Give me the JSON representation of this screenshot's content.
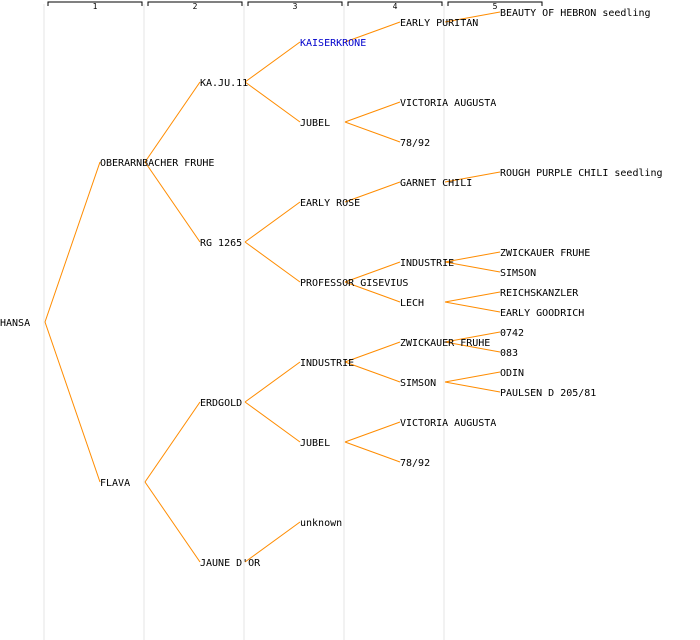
{
  "colors": {
    "edge": "#ff8c00",
    "text": "#000000",
    "highlight": "#0000cc",
    "column_separator": "#e6e6e6"
  },
  "generations": [
    "1",
    "2",
    "3",
    "4",
    "5"
  ],
  "pedigree": {
    "name": "HANSA",
    "children": [
      {
        "name": "OBERARNBACHER FRUHE",
        "children": [
          {
            "name": "KA.JU.11",
            "children": [
              {
                "name": "KAISERKRONE",
                "highlight": true,
                "children": [
                  {
                    "name": "EARLY PURITAN",
                    "children": [
                      {
                        "name": "BEAUTY OF HEBRON seedling"
                      }
                    ]
                  }
                ]
              },
              {
                "name": "JUBEL",
                "children": [
                  {
                    "name": "VICTORIA AUGUSTA"
                  },
                  {
                    "name": "78/92"
                  }
                ]
              }
            ]
          },
          {
            "name": "RG 1265",
            "children": [
              {
                "name": "EARLY ROSE",
                "children": [
                  {
                    "name": "GARNET CHILI",
                    "children": [
                      {
                        "name": "ROUGH PURPLE CHILI seedling"
                      }
                    ]
                  }
                ]
              },
              {
                "name": "PROFESSOR GISEVIUS",
                "children": [
                  {
                    "name": "INDUSTRIE",
                    "children": [
                      {
                        "name": "ZWICKAUER FRUHE"
                      },
                      {
                        "name": "SIMSON"
                      }
                    ]
                  },
                  {
                    "name": "LECH",
                    "children": [
                      {
                        "name": "REICHSKANZLER"
                      },
                      {
                        "name": "EARLY GOODRICH"
                      }
                    ]
                  }
                ]
              }
            ]
          }
        ]
      },
      {
        "name": "FLAVA",
        "children": [
          {
            "name": "ERDGOLD",
            "children": [
              {
                "name": "INDUSTRIE",
                "children": [
                  {
                    "name": "ZWICKAUER FRUHE",
                    "children": [
                      {
                        "name": "0742"
                      },
                      {
                        "name": "083"
                      }
                    ]
                  },
                  {
                    "name": "SIMSON",
                    "children": [
                      {
                        "name": "ODIN"
                      },
                      {
                        "name": "PAULSEN D 205/81"
                      }
                    ]
                  }
                ]
              },
              {
                "name": "JUBEL",
                "children": [
                  {
                    "name": "VICTORIA AUGUSTA"
                  },
                  {
                    "name": "78/92"
                  }
                ]
              }
            ]
          },
          {
            "name": "JAUNE D'OR",
            "children": [
              {
                "name": "unknown"
              }
            ]
          }
        ]
      }
    ]
  }
}
